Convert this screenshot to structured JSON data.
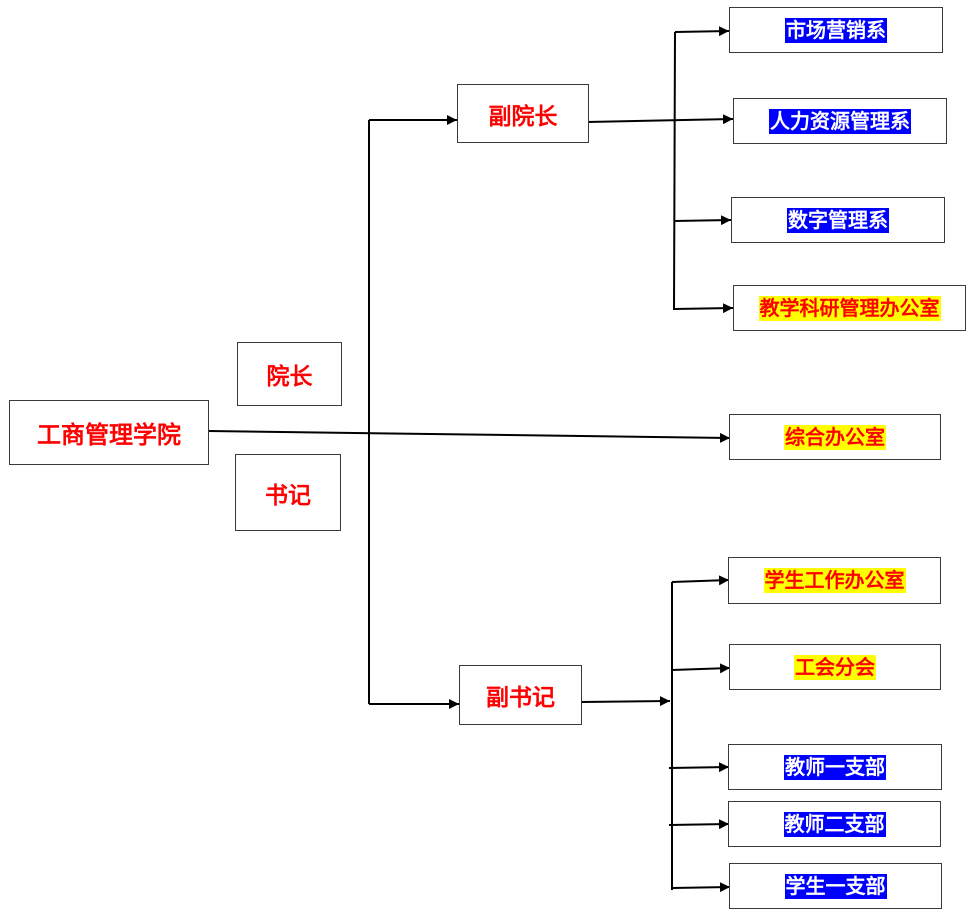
{
  "root": {
    "label": "工商管理学院"
  },
  "leaders": [
    {
      "id": "dean",
      "label": "院长"
    },
    {
      "id": "secretary",
      "label": "书记"
    }
  ],
  "deputies": [
    {
      "id": "vice-dean",
      "label": "副院长"
    },
    {
      "id": "deputy-secretary",
      "label": "副书记"
    }
  ],
  "units": [
    {
      "id": "marketing",
      "label": "市场营销系",
      "style": "blue"
    },
    {
      "id": "hr",
      "label": "人力资源管理系",
      "style": "blue"
    },
    {
      "id": "digital",
      "label": "数字管理系",
      "style": "blue"
    },
    {
      "id": "teaching",
      "label": "教学科研管理办公室",
      "style": "yellow"
    },
    {
      "id": "general",
      "label": "综合办公室",
      "style": "yellow"
    },
    {
      "id": "student-affairs",
      "label": "学生工作办公室",
      "style": "yellow"
    },
    {
      "id": "union",
      "label": "工会分会",
      "style": "yellow"
    },
    {
      "id": "teacher-branch-1",
      "label": "教师一支部",
      "style": "blue"
    },
    {
      "id": "teacher-branch-2",
      "label": "教师二支部",
      "style": "blue"
    },
    {
      "id": "student-branch-1",
      "label": "学生一支部",
      "style": "blue"
    }
  ],
  "colors": {
    "blue": "#0000ff",
    "yellow": "#ffff00",
    "red": "#ff0000",
    "line": "#000000"
  }
}
